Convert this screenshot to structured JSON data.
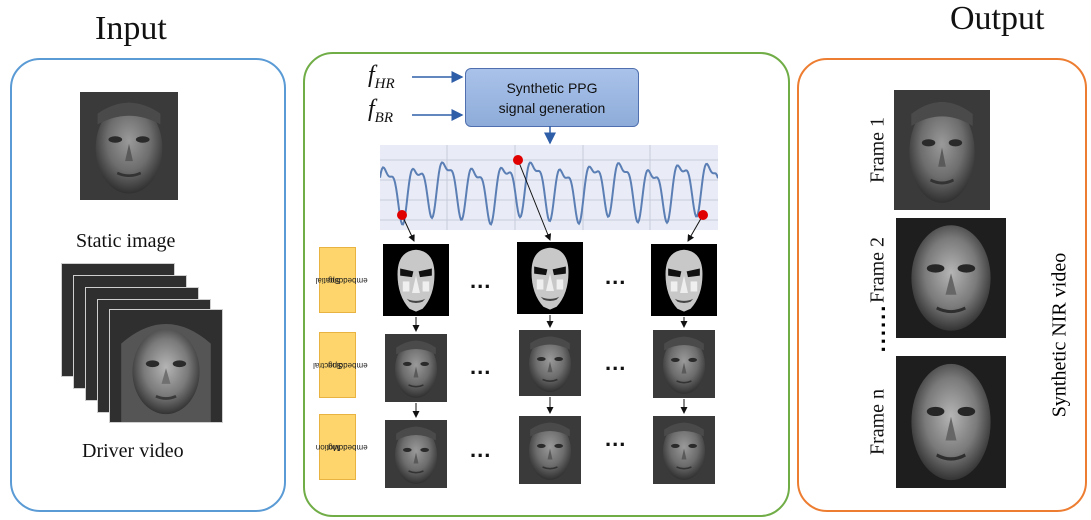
{
  "input": {
    "title": "Input",
    "static_caption": "Static image",
    "driver_caption": "Driver video"
  },
  "center": {
    "inputs": [
      {
        "symbol": "f",
        "subscript": "HR"
      },
      {
        "symbol": "f",
        "subscript": "BR"
      }
    ],
    "generator_line1": "Synthetic PPG",
    "generator_line2": "signal generation",
    "embeddings": [
      {
        "line1": "Spatial",
        "line2": "embedding"
      },
      {
        "line1": "Spectral",
        "line2": "embedding"
      },
      {
        "line1": "Motion",
        "line2": "embedding"
      }
    ],
    "ellipsis": "..."
  },
  "output": {
    "title": "Output",
    "frames": [
      "Frame 1",
      "Frame 2",
      "Frame n"
    ],
    "ellipsis": "......",
    "video_label": "Synthetic NIR video"
  },
  "colors": {
    "input_border": "#5b9bd5",
    "center_border": "#70ad47",
    "output_border": "#ed7d31",
    "generator_fill": "#a9c2ea",
    "embedding_fill": "#fdd56c",
    "signal_line": "#5b7fb5",
    "signal_marker": "#e00000",
    "arrow": "#2f5ea8"
  }
}
